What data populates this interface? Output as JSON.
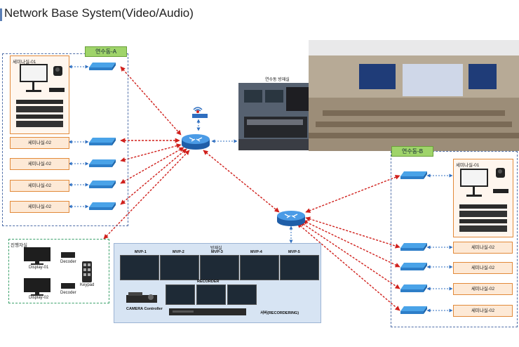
{
  "title": "Network Base System(Video/Audio)",
  "group_a": {
    "label": "연수동-A"
  },
  "group_b": {
    "label": "연수동-B"
  },
  "room_01": "세미나실-01",
  "room_02": "세미나실-02",
  "broadcast_room": "연수동 방재실",
  "progress_room": {
    "label": "진행자실",
    "display_01": "Display-01",
    "display_02": "Display-02",
    "decoder": "Decoder",
    "keypad": "Keypad"
  },
  "studio": {
    "label": "방재실",
    "mvp": [
      "MVP-1",
      "MVP-2",
      "MVP-3",
      "MVP-4",
      "MVP-5"
    ],
    "recorder": "RECORDER",
    "camera_controller": "CAMERA Controller",
    "server": "서버(RECORDERING)"
  },
  "colors": {
    "link": "#d0201c",
    "switch": "#3a8fd6",
    "router": "#2f6fc0",
    "group_label": "#9fd46a"
  }
}
